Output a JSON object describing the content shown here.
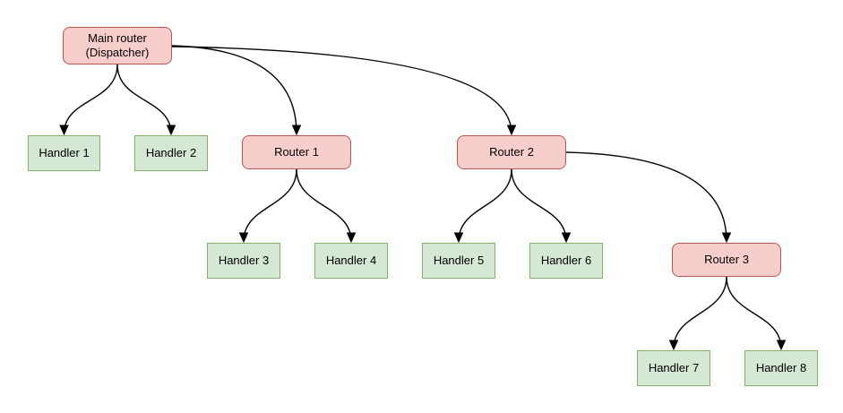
{
  "diagram": {
    "type": "tree",
    "background": "#ffffff",
    "palette": {
      "router_fill": "#f8cecc",
      "router_border": "#b85450",
      "handler_fill": "#d5e8d4",
      "handler_border": "#82b366",
      "edge_color": "#000000",
      "text_color": "#000000"
    },
    "nodes": [
      {
        "id": "main-router",
        "label": "Main router (Dispatcher)",
        "kind": "router"
      },
      {
        "id": "handler-1",
        "label": "Handler 1",
        "kind": "handler"
      },
      {
        "id": "handler-2",
        "label": "Handler 2",
        "kind": "handler"
      },
      {
        "id": "router-1",
        "label": "Router 1",
        "kind": "router"
      },
      {
        "id": "router-2",
        "label": "Router 2",
        "kind": "router"
      },
      {
        "id": "handler-3",
        "label": "Handler 3",
        "kind": "handler"
      },
      {
        "id": "handler-4",
        "label": "Handler 4",
        "kind": "handler"
      },
      {
        "id": "handler-5",
        "label": "Handler 5",
        "kind": "handler"
      },
      {
        "id": "handler-6",
        "label": "Handler 6",
        "kind": "handler"
      },
      {
        "id": "router-3",
        "label": "Router 3",
        "kind": "router"
      },
      {
        "id": "handler-7",
        "label": "Handler 7",
        "kind": "handler"
      },
      {
        "id": "handler-8",
        "label": "Handler 8",
        "kind": "handler"
      }
    ],
    "edges": [
      {
        "from": "main-router",
        "to": "handler-1"
      },
      {
        "from": "main-router",
        "to": "handler-2"
      },
      {
        "from": "main-router",
        "to": "router-1"
      },
      {
        "from": "main-router",
        "to": "router-2"
      },
      {
        "from": "router-1",
        "to": "handler-3"
      },
      {
        "from": "router-1",
        "to": "handler-4"
      },
      {
        "from": "router-2",
        "to": "handler-5"
      },
      {
        "from": "router-2",
        "to": "handler-6"
      },
      {
        "from": "router-2",
        "to": "router-3"
      },
      {
        "from": "router-3",
        "to": "handler-7"
      },
      {
        "from": "router-3",
        "to": "handler-8"
      }
    ]
  }
}
